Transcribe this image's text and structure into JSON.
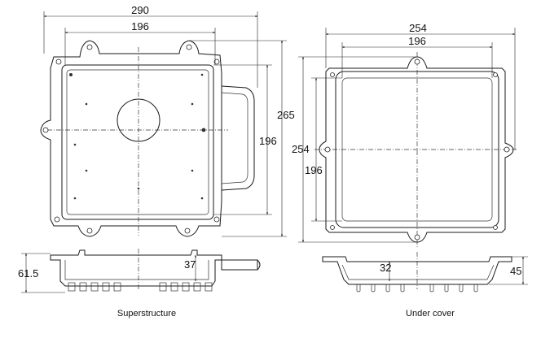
{
  "superstructure": {
    "caption": "Superstructure",
    "dim_width_overall": "290",
    "dim_width_inner": "196",
    "dim_height_overall": "265",
    "dim_height_inner": "196",
    "dim_side_height": "61.5",
    "dim_side_depth": "37"
  },
  "under_cover": {
    "caption": "Under cover",
    "dim_width_overall": "254",
    "dim_width_inner": "196",
    "dim_height_overall": "254",
    "dim_height_inner": "196",
    "dim_side_depth": "32",
    "dim_side_height": "45"
  }
}
